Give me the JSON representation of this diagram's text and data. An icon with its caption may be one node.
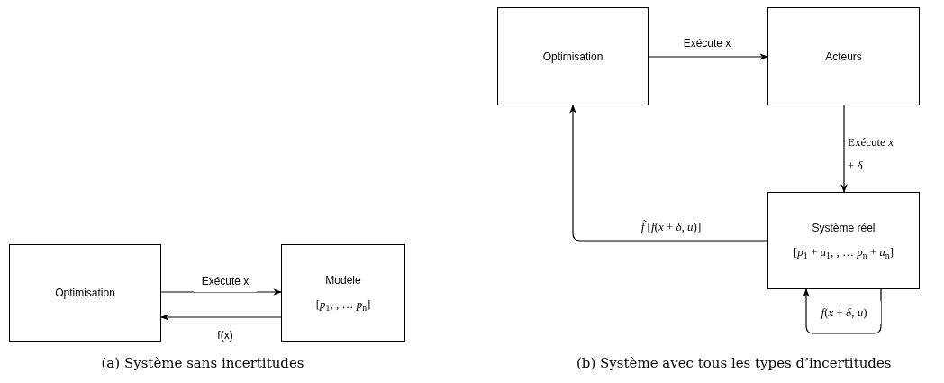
{
  "diagram": {
    "nodes": [
      {
        "text": [
          "Optimisation"
        ]
      },
      {
        "text": [
          "Modèle",
          "[*p*$_{1}$, , … *p*$_{n}$]"
        ]
      },
      {
        "text": [
          "Optimisation"
        ]
      },
      {
        "text": [
          "Acteurs"
        ]
      },
      {
        "text": [
          "Système réel",
          "[*p*$_{1}$ + *u*$_{1}$, , … *p*$_{n}$ + *u*$_{n}$]"
        ]
      }
    ],
    "edges": [
      {
        "from": 0,
        "to": 1,
        "arrow": "to",
        "label": "Exécute x"
      },
      {
        "from": 1,
        "to": 0,
        "arrow": "to",
        "label": "f(x)"
      },
      {
        "from": 2,
        "to": 3,
        "arrow": "to",
        "label": "Exécute x"
      },
      {
        "from": 3,
        "to": 4,
        "arrow": "to",
        "label": "Exécute *x* + *δ*"
      },
      {
        "from": 4,
        "to": 2,
        "arrow": "to",
        "label": "*f̃* [*f*(*x* + *δ*, *u*)]"
      },
      {
        "from": 4,
        "to": 4,
        "arrow": "to",
        "label": "*f*(*x* + *δ*, *u*)"
      }
    ],
    "labels": [
      "(a) Système sans incertitudes",
      "(b) Système avec tous les types d’incertitudes"
    ]
  }
}
